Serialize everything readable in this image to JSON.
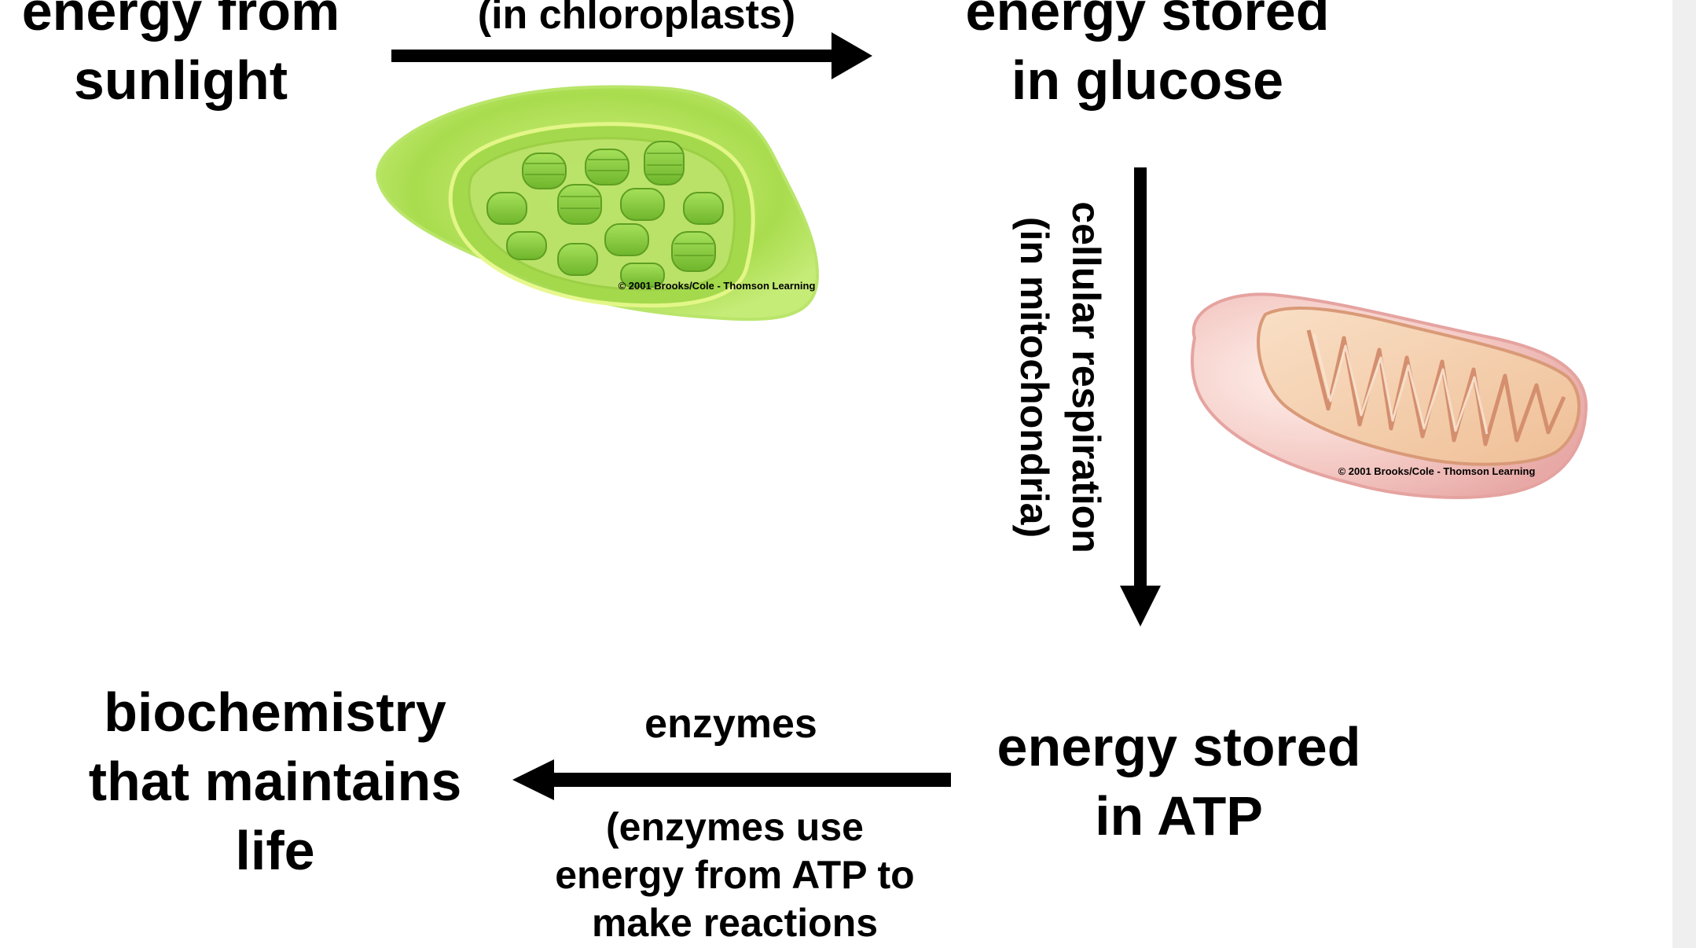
{
  "nodes": {
    "sunlight_line1": "energy from",
    "sunlight_line2": "sunlight",
    "glucose_line1": "energy stored",
    "glucose_line2": "in glucose",
    "atp_line1": "energy stored",
    "atp_line2": "in ATP",
    "life_line1": "biochemistry",
    "life_line2": "that maintains",
    "life_line3": "life"
  },
  "edges": {
    "photosynthesis_sub": "(in chloroplasts)",
    "respiration_line1": "cellular respiration",
    "respiration_line2": "(in mitochondria)",
    "enzymes_label": "enzymes",
    "enzymes_note_line1": "(enzymes use",
    "enzymes_note_line2": "energy from ATP to",
    "enzymes_note_line3": "make reactions"
  },
  "images": {
    "chloroplast_credit": "© 2001 Brooks/Cole - Thomson Learning",
    "mitochondrion_credit": "© 2001 Brooks/Cole - Thomson Learning"
  },
  "colors": {
    "chloroplast_outer": "#b5e35a",
    "chloroplast_inner": "#8fcf3a",
    "grana": "#7fc236",
    "mito_outer": "#f3c2c0",
    "mito_inner": "#f6d2b0",
    "arrow": "#000000",
    "background": "#ffffff",
    "side_strip": "#efefef"
  }
}
